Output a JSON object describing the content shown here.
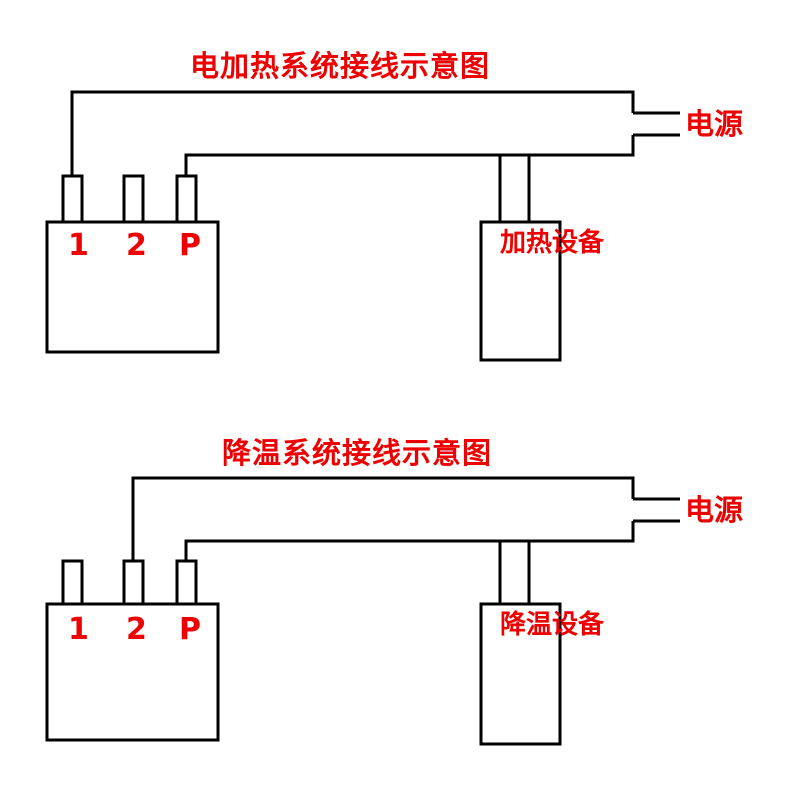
{
  "page": {
    "background_color": "#ffffff",
    "line_color": "#000000",
    "text_color": "#ee0000"
  },
  "diagrams": [
    {
      "id": "heating",
      "title": "电加热系统接线示意图",
      "controller": {
        "terminals": [
          {
            "label": "1",
            "connected": true,
            "wire_to": "top-rail"
          },
          {
            "label": "2",
            "connected": false,
            "wire_to": ""
          },
          {
            "label": "P",
            "connected": true,
            "wire_to": "mid-rail"
          }
        ]
      },
      "device": {
        "label": "加热设备",
        "chars": [
          "加",
          "热",
          "设",
          "备"
        ]
      },
      "power": {
        "label": "电源",
        "leads": 2
      }
    },
    {
      "id": "cooling",
      "title": "降温系统接线示意图",
      "controller": {
        "terminals": [
          {
            "label": "1",
            "connected": false,
            "wire_to": ""
          },
          {
            "label": "2",
            "connected": true,
            "wire_to": "top-rail"
          },
          {
            "label": "P",
            "connected": true,
            "wire_to": "mid-rail"
          }
        ]
      },
      "device": {
        "label": "降温设备",
        "chars": [
          "降",
          "温",
          "设",
          "备"
        ]
      },
      "power": {
        "label": "电源",
        "leads": 2
      }
    }
  ]
}
